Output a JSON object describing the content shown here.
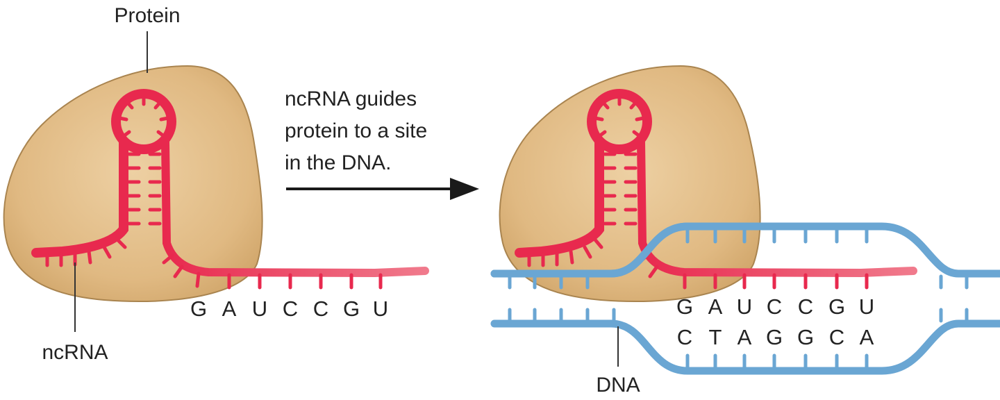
{
  "labels": {
    "protein": "Protein",
    "ncrna": "ncRNA",
    "dna": "DNA"
  },
  "caption": {
    "line1": "ncRNA guides",
    "line2": "protein to a site",
    "line3": "in the DNA."
  },
  "sequences": {
    "rna_left": [
      "G",
      "A",
      "U",
      "C",
      "C",
      "G",
      "U"
    ],
    "rna_right": [
      "G",
      "A",
      "U",
      "C",
      "C",
      "G",
      "U"
    ],
    "dna_complement": [
      "C",
      "T",
      "A",
      "G",
      "G",
      "C",
      "A"
    ]
  },
  "colors": {
    "protein_fill": "#e2bd88",
    "protein_stroke": "#a9844f",
    "rna": "#e8294e",
    "dna": "#6aa6d3",
    "arrow": "#1a1a1a",
    "leader": "#333333"
  },
  "icons": {
    "arrow": "arrow-right-icon"
  }
}
